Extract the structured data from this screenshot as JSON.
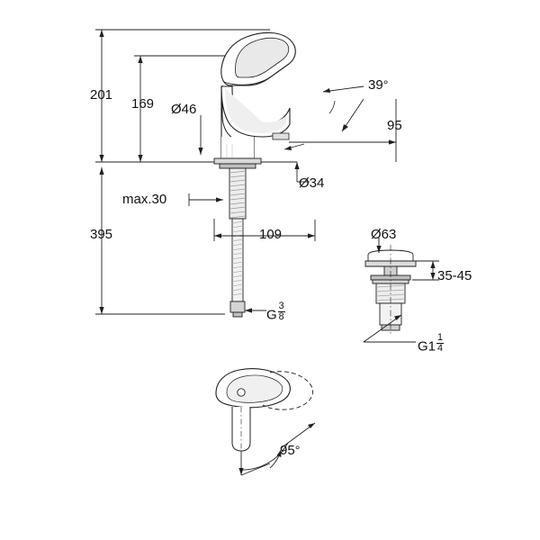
{
  "drawing": {
    "title": "Single-lever basin mixer technical dimension drawing",
    "line_color": "#231f20",
    "fill_light": "#e8e8e8",
    "fill_mid": "#bfbfbf",
    "background": "#ffffff"
  },
  "labels": {
    "height_total": "201",
    "height_spout": "169",
    "spout_diameter": "Ø46",
    "angle_39": "39",
    "angle_39_unit": "°",
    "reach_95": "95",
    "hole_diameter": "Ø34",
    "max_thickness": "max.30",
    "depth_395": "395",
    "projection_109": "109",
    "waste_diameter": "Ø63",
    "waste_range": "35-45",
    "thread_g38_letter": "G",
    "thread_g38_num": "3",
    "thread_g38_den": "8",
    "thread_g114_letter": "G1",
    "thread_g114_num": "1",
    "thread_g114_den": "4",
    "angle_95": "95",
    "angle_95_unit": "°"
  }
}
